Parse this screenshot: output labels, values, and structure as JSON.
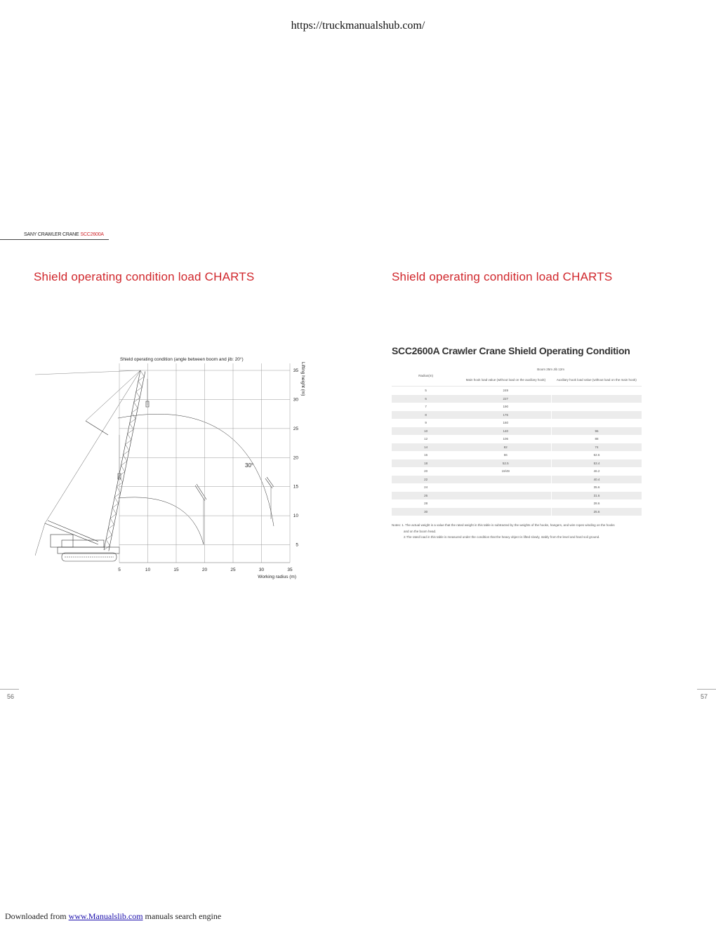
{
  "top_url": "https://truckmanualshub.com/",
  "header": {
    "brand": "SANY CRAWLER CRANE",
    "model": "SCC2600A"
  },
  "left_page": {
    "title": "Shield operating condition load CHARTS",
    "page_number": "56"
  },
  "right_page": {
    "title": "Shield operating condition load CHARTS",
    "page_number": "57"
  },
  "chart_data": {
    "type": "line",
    "title": "Shield operating condition (angle between boom and jib: 20°)",
    "xlabel": "Working radius (m)",
    "ylabel": "Lifting height (m)",
    "annotation": "30°",
    "xlim": [
      5,
      35
    ],
    "ylim": [
      0,
      35
    ],
    "x_ticks": [
      5,
      10,
      15,
      20,
      25,
      30,
      35
    ],
    "y_ticks": [
      5,
      10,
      15,
      20,
      25,
      30,
      35
    ],
    "grid": true
  },
  "table": {
    "heading": "SCC2600A Crawler Crane Shield Operating Condition",
    "config": "Boom 25m    Jib 12m",
    "columns": [
      "Radius(m)",
      "Main hook load value (without load on the auxiliary hook)",
      "Auxiliary hook load value (without load on the main hook)"
    ],
    "rows": [
      [
        "5",
        "249",
        ""
      ],
      [
        "6",
        "227",
        ""
      ],
      [
        "7",
        "190",
        ""
      ],
      [
        "8",
        "176",
        ""
      ],
      [
        "9",
        "160",
        ""
      ],
      [
        "10",
        "140",
        "96"
      ],
      [
        "12",
        "106",
        "88"
      ],
      [
        "14",
        "82",
        "74"
      ],
      [
        "16",
        "66",
        "62.6"
      ],
      [
        "18",
        "52.5",
        "53.4"
      ],
      [
        "20",
        "19/49",
        "46.2"
      ],
      [
        "22",
        "",
        "40.4"
      ],
      [
        "24",
        "",
        "35.6"
      ],
      [
        "26",
        "",
        "31.6"
      ],
      [
        "28",
        "",
        "28.6"
      ],
      [
        "30",
        "",
        "25.6"
      ]
    ]
  },
  "notes": {
    "line1": "Notes: 1. The actual weight is a value that the rated weight in this table is subtracted by the weights of the hooks, hangers, and wire ropes winding on the hooks",
    "line1b": "and on the boom head.",
    "line2": "2.The rated load in this table is measured under the condition that the heavy object is lifted slowly, stably from the level and hard soil ground."
  },
  "footer": {
    "prefix": "Downloaded from ",
    "link": "www.Manualslib.com",
    "suffix": "  manuals search engine"
  },
  "colors": {
    "accent_red": "#d0262b",
    "link_blue": "#1a0dab"
  }
}
